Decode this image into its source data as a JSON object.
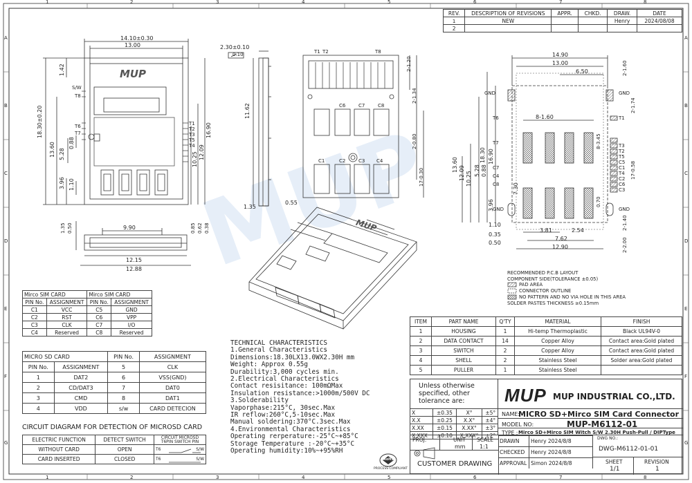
{
  "grid": {
    "cols": [
      "1",
      "2",
      "3",
      "4",
      "5",
      "6",
      "7",
      "8"
    ],
    "rows": [
      "A",
      "B",
      "C",
      "D",
      "E",
      "F",
      "G"
    ]
  },
  "revision": {
    "headers": [
      "REV.",
      "DESCRIPTION OF REVISIONS",
      "APPR.",
      "CHKD.",
      "DRAW.",
      "DATE"
    ],
    "rows": [
      {
        "rev": "1",
        "desc": "NEW",
        "appr": "",
        "chkd": "",
        "draw": "Henry",
        "date": "2024/08/08"
      },
      {
        "rev": "2",
        "desc": "",
        "appr": "",
        "chkd": "",
        "draw": "",
        "date": ""
      }
    ]
  },
  "dims": {
    "top_width_tol": "14.10±0.30",
    "top_width": "13.00",
    "left_height_tol": "18.30±0.20",
    "left_13_60": "13.60",
    "left_1_42": "1.42",
    "left_5_28": "5.28",
    "left_0_88": "0.88",
    "left_3_96": "3.96",
    "left_1_10": "1.10",
    "mid_10_25": "10.25",
    "mid_12_09": "12.09",
    "mid_16_90": "16.90",
    "side_2_30": "2.30±0.10",
    "side_flat": "0.10",
    "side_11_62": "11.62",
    "side_1_35": "1.35",
    "side_0_55": "0.55",
    "bot_9_90": "9.90",
    "bot_12_15": "12.15",
    "bot_12_88": "12.88",
    "bot_1_35": "1.35",
    "bot_0_50": "0.50",
    "bot_0_85": "0.85",
    "bot_0_62": "0.62",
    "bot_0_38": "0.38",
    "pcb_14_90": "14.90",
    "pcb_13_00": "13.00",
    "pcb_6_50": "6.50",
    "pcb_8_1_60": "8-1.60",
    "pcb_18_30": "18.30",
    "pcb_16_90": "16.90",
    "pcb_13_60": "13.60",
    "pcb_12_09": "12.09",
    "pcb_10_25": "10.25",
    "pcb_5_28": "5.28",
    "pcb_0_88": "0.88",
    "pcb_3_96": "3.96",
    "pcb_1_10": "1.10",
    "pcb_0_50": "0.50",
    "pcb_0_35": "0.35",
    "pcb_7_30": "7.30",
    "pcb_2_1_60": "2-1.60",
    "pcb_2_1_74": "2-1.74",
    "pcb_8_3_45": "8-3.45",
    "pcb_17_0_58": "17-0.58",
    "pcb_2_1_40": "2-1.40",
    "pcb_2_2_00": "2-2.00",
    "pcb_0_70": "0.70",
    "pcb_3_81": "3.81",
    "pcb_2_54": "2.54",
    "pcb_7_62": "7.62",
    "pcb_12_90": "12.90",
    "rv_2_1_20": "2-1.20",
    "rv_2_1_34": "2-1.34",
    "rv_2_0_80": "2-0.80",
    "rv_17_0_30": "17-0.30"
  },
  "labels": {
    "logo": "MUP",
    "sw": "S/W",
    "t1": "T1",
    "t2": "T2",
    "t3": "T3",
    "t4": "T4",
    "t5": "T5",
    "t6": "T6",
    "t7": "T7",
    "t8": "T8",
    "c1": "C1",
    "c2": "C2",
    "c3": "C3",
    "c4": "C4",
    "c5": "C5",
    "c6": "C6",
    "c7": "C7",
    "c8": "C8",
    "gnd": "GND"
  },
  "pcb_legend": {
    "title": "RECOMMENDED P.C.B LAYOUT",
    "subtitle": "COMPONENT SIDE(TOLERANCE ±0.05)",
    "pad": "PAD AREA",
    "outline": "CONNECTOR OUTLINE",
    "nopattern": "NO PATTERN AND NO VIA HOLE IN THIS AREA",
    "solder": "SOLDER PASTES THICKNESS ≥0.15mm"
  },
  "sim_table": {
    "title_left": "Mirco SIM CARD",
    "title_right": "Mirco SIM CARD",
    "headers": [
      "PIN No.",
      "ASSIGNMENT",
      "PIN No.",
      "ASSIGNMENT"
    ],
    "rows": [
      [
        "C1",
        "VCC",
        "C5",
        "GND"
      ],
      [
        "C2",
        "RST",
        "C6",
        "VPP"
      ],
      [
        "C3",
        "CLK",
        "C7",
        "I/O"
      ],
      [
        "C4",
        "Reserved",
        "C8",
        "Reserved"
      ]
    ]
  },
  "sd_table": {
    "title": "MICRO SD CARD",
    "headers": [
      "PIN No.",
      "ASSIGNMENT",
      "PIN No.",
      "ASSIGNMENT"
    ],
    "rows": [
      [
        "1",
        "DAT2",
        "5",
        "CLK"
      ],
      [
        "2",
        "CD/DAT3",
        "6",
        "VSS(GND)"
      ],
      [
        "3",
        "CMD",
        "7",
        "DAT0"
      ],
      [
        "4",
        "VDD",
        "8",
        "DAT1"
      ],
      [
        "",
        "",
        "s/w",
        "CARD DETECION"
      ]
    ]
  },
  "circuit": {
    "title": "CIRCUIT DIAGRAM FOR   DETECTION OF MICROSD CARD",
    "headers": [
      "ELECTRIC FUNCTION",
      "DETECT SWITCH",
      "CIRCUIT MICROSD T6PIN SWITCH PIN"
    ],
    "rows": [
      [
        "WITHOUT CARD",
        "OPEN",
        "T6",
        "S/W"
      ],
      [
        "CARD INSERTED",
        "CLOSED",
        "T6",
        "S/W"
      ]
    ]
  },
  "tech": [
    "TECHNICAL CHARACTERISTICS",
    "1.General Characteristics",
    "Dimensions:18.30LX13.0WX2.30H mm",
    "Weight: Approx 0.55g",
    "Durability:3,000 cycles min.",
    "2.Electrical Characteristics",
    "Contact resisitance: 100mΩMax",
    "Insulation resistance:>1000m/500V DC",
    "3.Solderability",
    "Vaporphase:215°C, 30sec.Max",
    "IR reflow:260°C,5-10sec.Max",
    "Manual soldering:370°C.3sec.Max",
    "4.Environmental Characteristics",
    "Operating rerperature:-25°C~+85°C",
    "Storage Temperature :-20°C~+35°C",
    "Operating humidity:10%~+95%RH"
  ],
  "bom": {
    "headers": [
      "ITEM",
      "PART NAME",
      "Q'TY",
      "MATERIAL",
      "FINISH"
    ],
    "rows": [
      [
        "5",
        "PULLER",
        "1",
        "Stainless Steel",
        ""
      ],
      [
        "4",
        "SHELL",
        "2",
        "Stainless Steel",
        "Solder area:Gold plated"
      ],
      [
        "3",
        "SWITCH",
        "2",
        "Copper Alloy",
        "Contact area:Gold plated"
      ],
      [
        "2",
        "DATA CONTACT",
        "14",
        "Copper Alloy",
        "Contact area:Gold plated"
      ],
      [
        "1",
        "HOUSING",
        "1",
        "Hi-temp Thermoplastic",
        "Black UL94V-0"
      ]
    ]
  },
  "title_block": {
    "tol_note": "Unless otherwise specified, other tolerance are:",
    "tol_rows": [
      [
        "X",
        "±0.35",
        "X°",
        "±5°"
      ],
      [
        "X.X",
        "±0.25",
        "X.X°",
        "±4°"
      ],
      [
        "X.XX",
        "±0.15",
        "X.XX°",
        "±3°"
      ],
      [
        "X.XXX",
        "±0.10",
        "X.XXX°",
        "±2°"
      ]
    ],
    "logo": "MUP",
    "company": "MUP INDUSTRIAL CO.,LTD.",
    "name_label": "NAME:",
    "name": "MICRO SD+Mirco SIM Card Connector",
    "model_label": "MODEL NO:",
    "model": "MUP-M6112-01",
    "type_label": "TYPE :",
    "type": "Mirco SD+Mirco SIM Witch S/W 2.30H Push-Pull / DIPType",
    "proj": "PROJ.",
    "unit_label": "UNIT",
    "unit": "mm",
    "scale_label": "SCALE",
    "scale": "1:1",
    "drawn_label": "DRAWN",
    "drawn": "Henry 2024/8/8",
    "checked_label": "CHECKED",
    "checked": "Henry 2024/8/8",
    "approval_label": "APPROVAL",
    "approval": "Simon 2024/8/8",
    "dwg_label": "DWG NO.:",
    "dwg": "DWG-M6112-01-01",
    "sheet_label": "SHEET",
    "sheet": "1/1",
    "revision_label": "REVISION",
    "revision": "1",
    "customer": "CUSTOMER  DRAWING",
    "rohs": "RoHS",
    "process": "PROCESS COMPLIANT"
  }
}
